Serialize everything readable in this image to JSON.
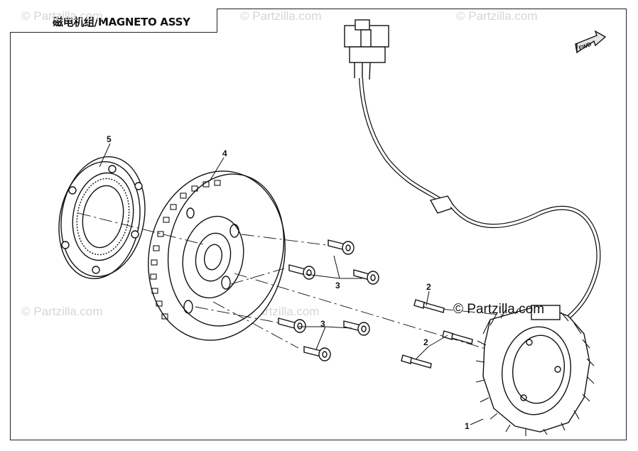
{
  "title": "磁电机组/MAGNETO ASSY",
  "direction_label": "FWD",
  "copyright": "© Partzilla.com",
  "watermark": "© Partzilla.com",
  "callouts": {
    "stator": "1",
    "bolt_stator": "2",
    "bolt_flywheel": "3",
    "flywheel": "4",
    "starter_clutch": "5"
  }
}
